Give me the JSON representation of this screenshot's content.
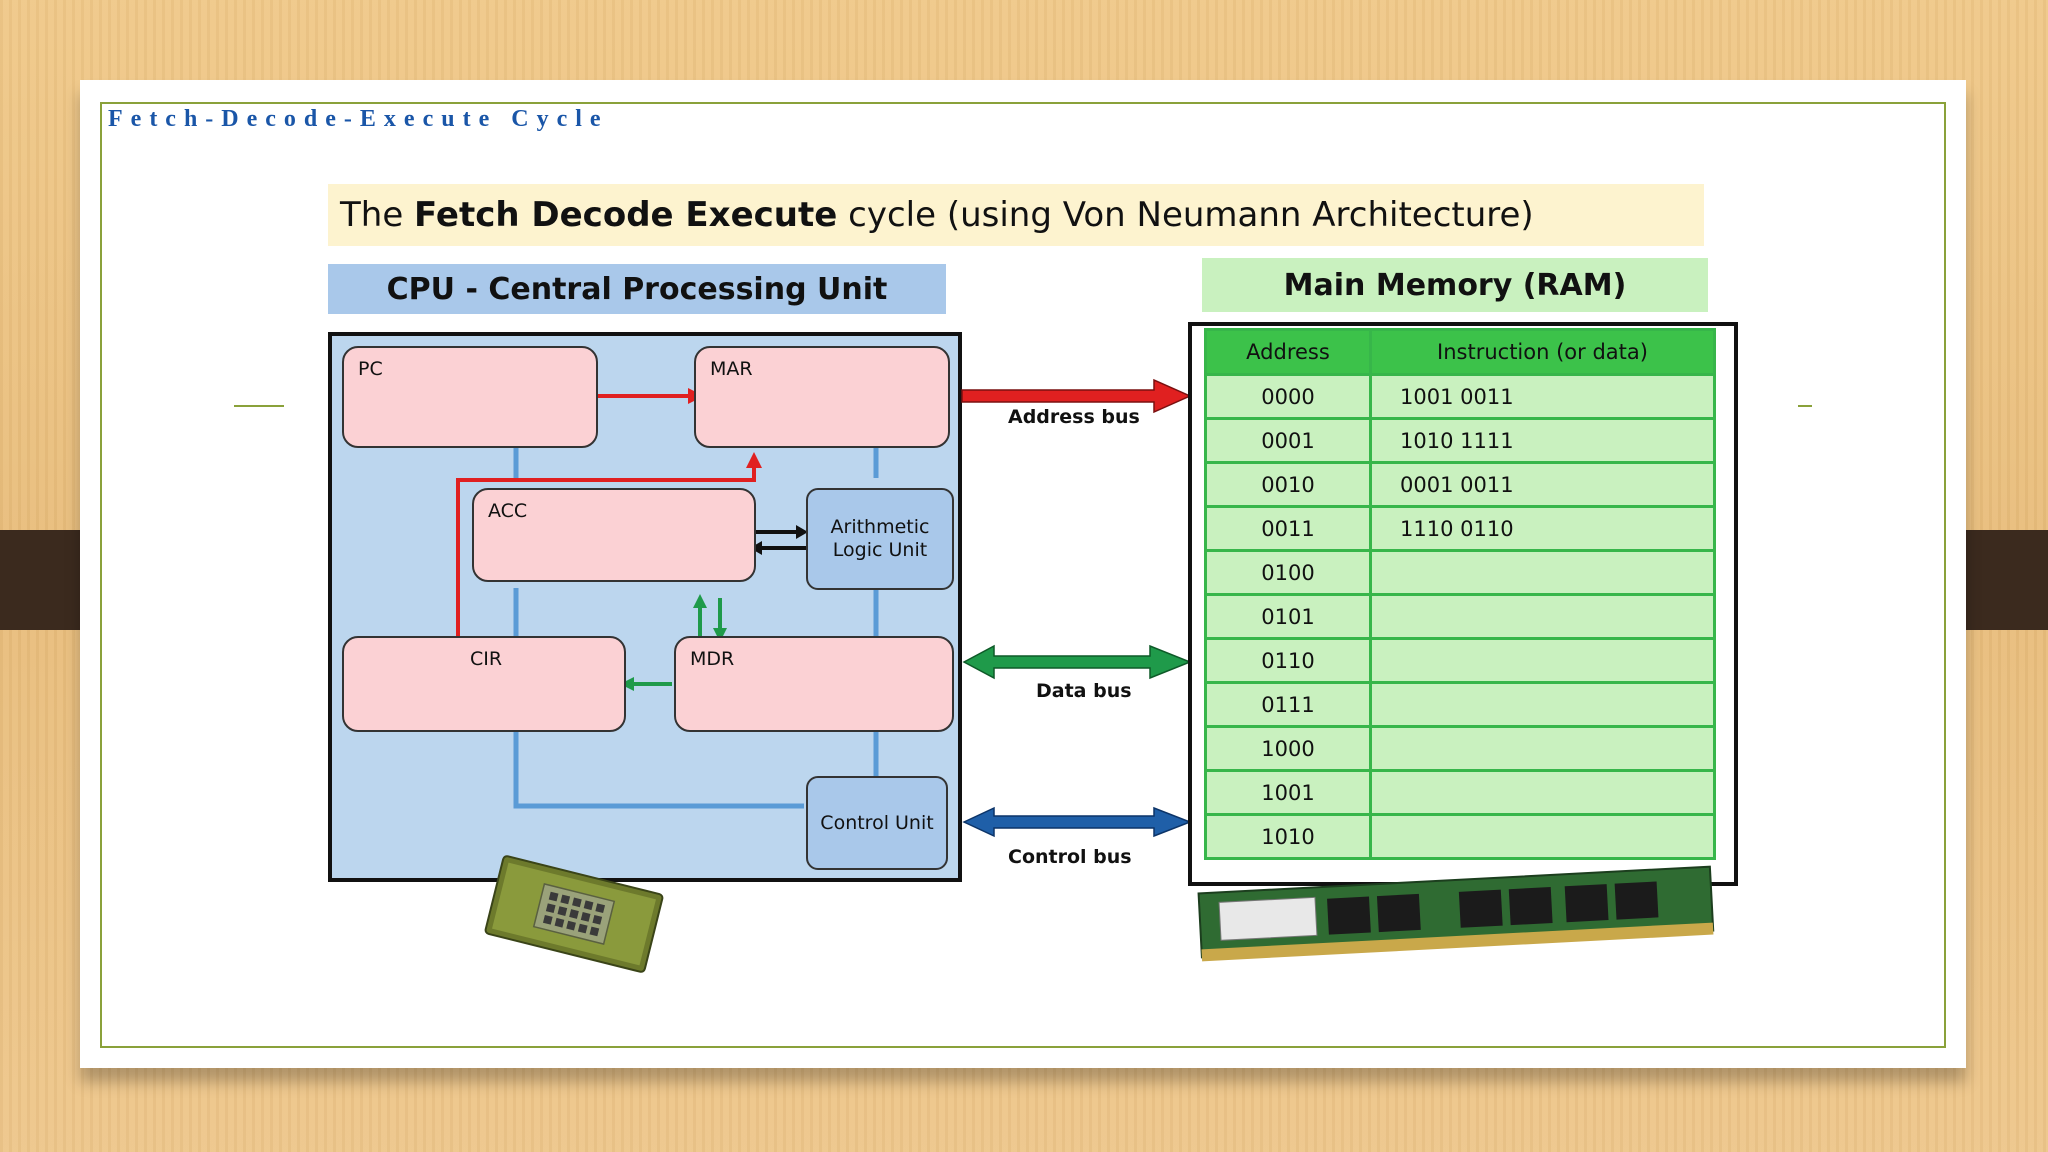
{
  "slide": {
    "title": "Fetch-Decode-Execute Cycle"
  },
  "diagram": {
    "title_pre": "The ",
    "title_bold": "Fetch Decode Execute",
    "title_post": " cycle (using Von Neumann Architecture)",
    "cpu_header": "CPU - Central Processing Unit",
    "ram_header": "Main Memory  (RAM)",
    "registers": {
      "pc": "PC",
      "mar": "MAR",
      "acc": "ACC",
      "cir": "CIR",
      "mdr": "MDR"
    },
    "units": {
      "alu": "Arithmetic Logic Unit",
      "control": "Control Unit"
    },
    "buses": {
      "address": "Address bus",
      "data": "Data bus",
      "control": "Control bus"
    },
    "ram_table": {
      "headers": [
        "Address",
        "Instruction (or data)"
      ],
      "rows": [
        {
          "address": "0000",
          "value": "1001 0011"
        },
        {
          "address": "0001",
          "value": "1010 1111"
        },
        {
          "address": "0010",
          "value": "0001 0011"
        },
        {
          "address": "0011",
          "value": "1110 0110"
        },
        {
          "address": "0100",
          "value": ""
        },
        {
          "address": "0101",
          "value": ""
        },
        {
          "address": "0110",
          "value": ""
        },
        {
          "address": "0111",
          "value": ""
        },
        {
          "address": "1000",
          "value": ""
        },
        {
          "address": "1001",
          "value": ""
        },
        {
          "address": "1010",
          "value": ""
        }
      ]
    }
  },
  "colors": {
    "register_fill": "#fbd1d4",
    "cpu_fill": "#bcd6ee",
    "ram_fill": "#c9f1bf",
    "address_bus": "#e02020",
    "data_bus": "#1f9a4a",
    "control_bus": "#1f5fa8"
  },
  "images": {
    "cpu_chip": "cpu-chip-photo",
    "ram_stick": "ram-module-photo"
  }
}
